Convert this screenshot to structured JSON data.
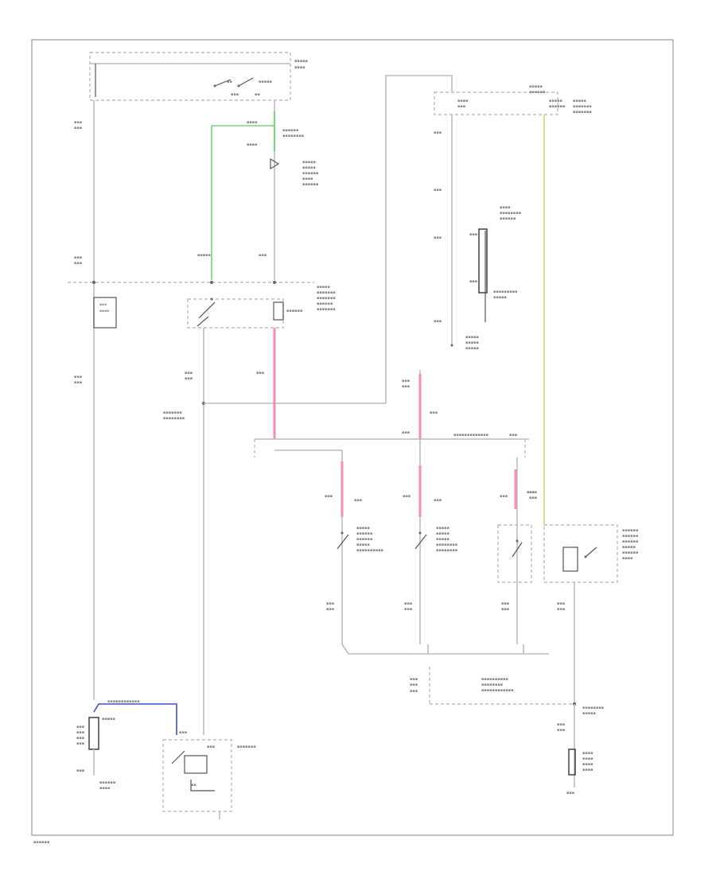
{
  "colors": {
    "frame": "#9a9a9a",
    "wire_default": "#bdbdbd",
    "wire_green": "#7fd27f",
    "wire_pink": "#f48fb1",
    "wire_yellow": "#e0e08a",
    "wire_blue": "#3f51c8"
  },
  "icons": [
    "switch-symbol",
    "relay-coil-symbol",
    "ground-symbol",
    "fuse-symbol",
    "connector-dot"
  ]
}
